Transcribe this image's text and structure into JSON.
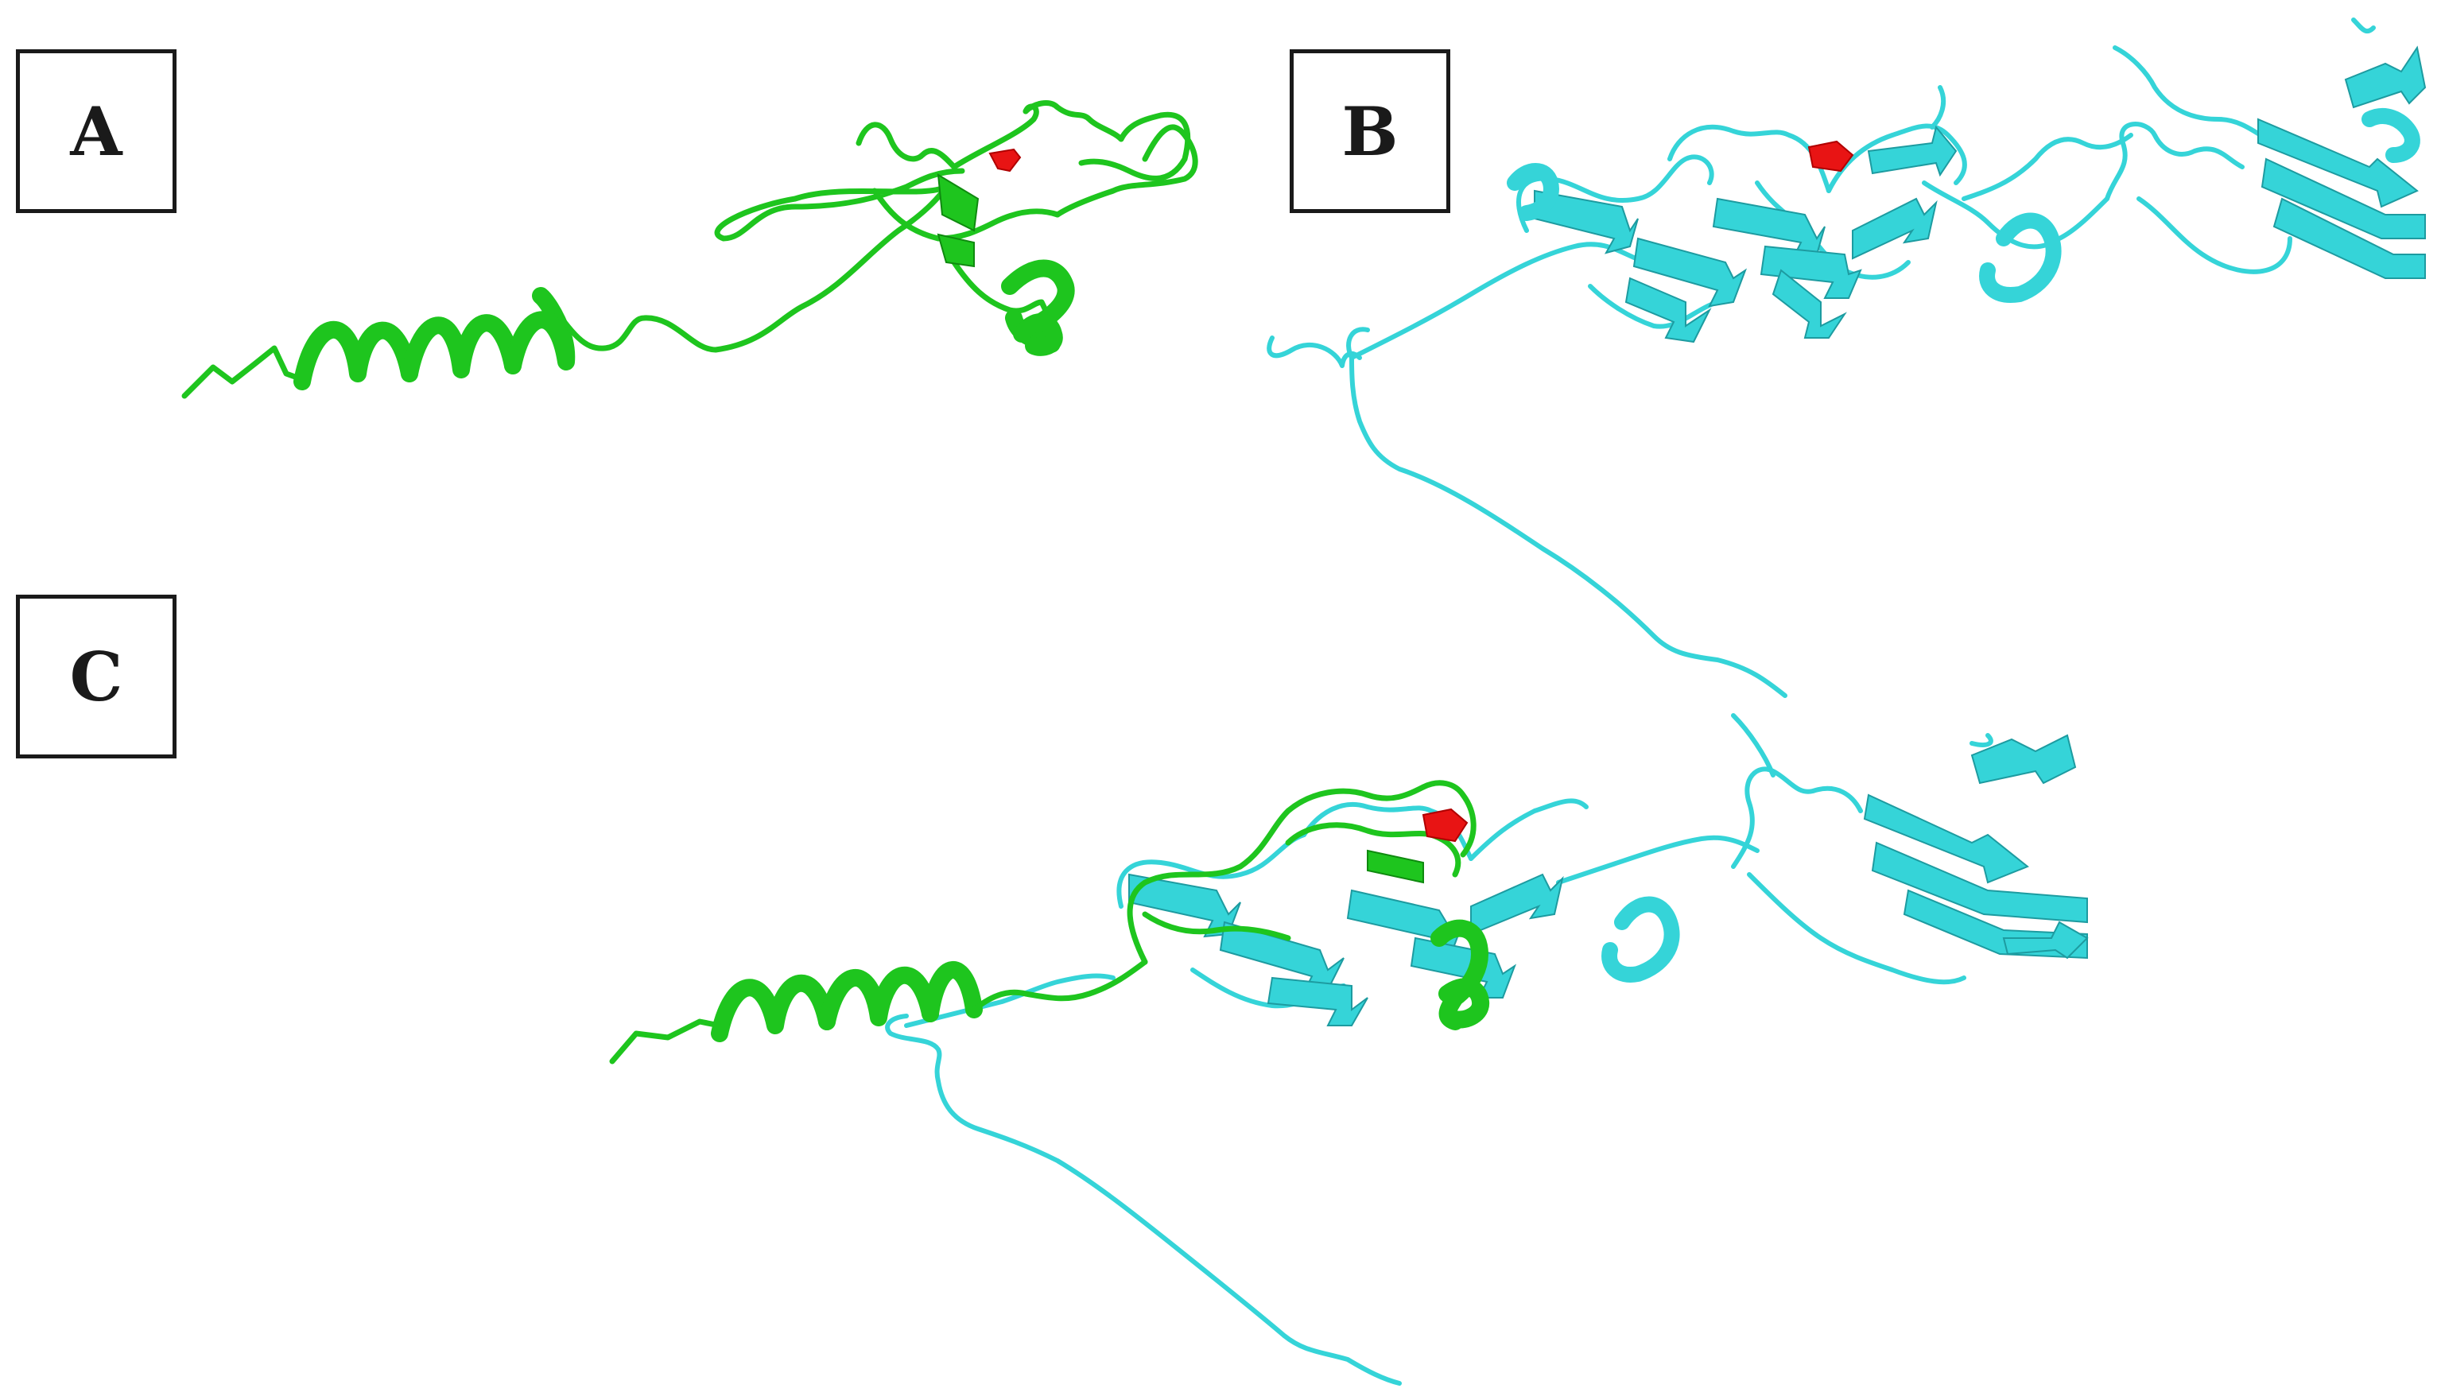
{
  "panels": [
    {
      "id": "A",
      "label": "A"
    },
    {
      "id": "B",
      "label": "B"
    },
    {
      "id": "C",
      "label": "C"
    }
  ],
  "colors": {
    "query_structure": "#1ec51e",
    "template_structure": "#35d4d8",
    "highlight_residue": "#e81414",
    "label_border": "#1a1a1a",
    "background": "#ffffff"
  }
}
